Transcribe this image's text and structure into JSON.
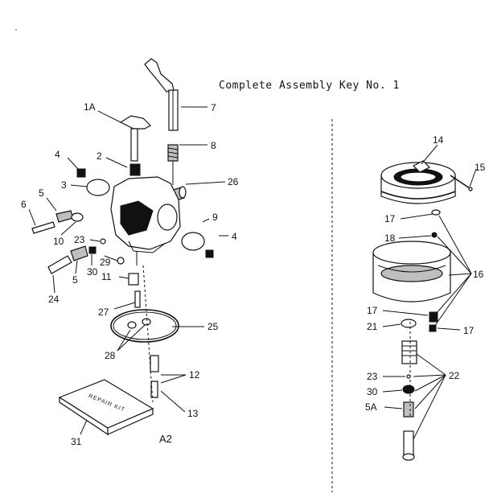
{
  "title": "Complete Assembly Key No. 1",
  "figure_id": "A2",
  "repair_kit_text": "REPAIR KIT",
  "labels": {
    "l1A": "1A",
    "l7": "7",
    "l4a": "4",
    "l2": "2",
    "l8": "8",
    "l3": "3",
    "l26": "26",
    "l5a": "5",
    "l6": "6",
    "l9": "9",
    "l10": "10",
    "l23a": "23",
    "l4b": "4",
    "l30a": "30",
    "l29": "29",
    "l5b": "5",
    "l24": "24",
    "l11": "11",
    "l27": "27",
    "l25": "25",
    "l28": "28",
    "l12": "12",
    "l13": "13",
    "l31": "31",
    "l14": "14",
    "l15": "15",
    "l17a": "17",
    "l18": "18",
    "l16": "16",
    "l17b": "17",
    "l21": "21",
    "l17c": "17",
    "l23b": "23",
    "l22": "22",
    "l30b": "30",
    "l5A": "5A"
  }
}
